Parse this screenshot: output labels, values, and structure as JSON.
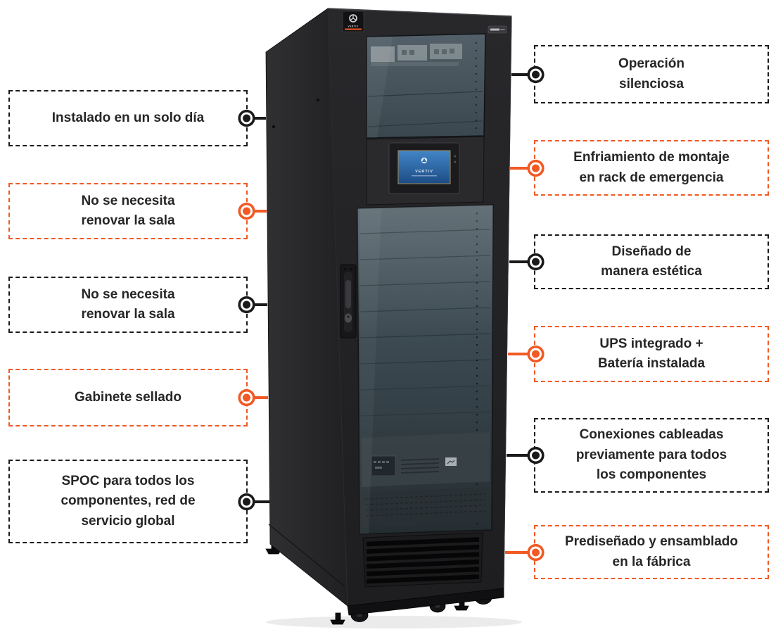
{
  "colors": {
    "accent_orange": "#F15A24",
    "accent_black": "#1B1B1B",
    "text": "#262626",
    "screen_blue": "#2E6DB4"
  },
  "rack": {
    "brand_badge_label": "VERTIV",
    "screen_label": "VERTIV"
  },
  "callouts": {
    "left": [
      {
        "accent": "black",
        "lines": [
          "Instalado en un solo día"
        ]
      },
      {
        "accent": "orange",
        "lines": [
          "No se necesita",
          "renovar la sala"
        ]
      },
      {
        "accent": "black",
        "lines": [
          "No se necesita",
          "renovar la sala"
        ]
      },
      {
        "accent": "orange",
        "lines": [
          "Gabinete sellado"
        ]
      },
      {
        "accent": "black",
        "lines": [
          "SPOC para todos los",
          "componentes, red de",
          "servicio global"
        ]
      }
    ],
    "right": [
      {
        "accent": "black",
        "lines": [
          "Operación",
          "silenciosa"
        ]
      },
      {
        "accent": "orange",
        "lines": [
          "Enfriamiento de montaje",
          "en rack de emergencia"
        ]
      },
      {
        "accent": "black",
        "lines": [
          "Diseñado de",
          "manera estética"
        ]
      },
      {
        "accent": "orange",
        "lines": [
          "UPS integrado +",
          "Batería instalada"
        ]
      },
      {
        "accent": "black",
        "lines": [
          "Conexiones cableadas",
          "previamente para todos",
          "los componentes"
        ]
      },
      {
        "accent": "orange",
        "lines": [
          "Prediseñado y ensamblado",
          "en la fábrica"
        ]
      }
    ]
  }
}
